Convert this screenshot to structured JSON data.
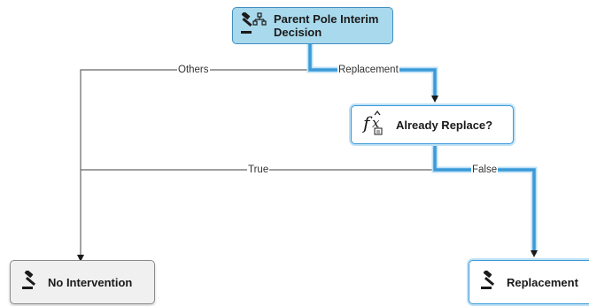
{
  "nodes": {
    "root": {
      "label": "Parent Pole Interim Decision",
      "icon": "gavel-hierarchy-icon"
    },
    "check": {
      "label": "Already Replace?",
      "icon": "function-fx-icon"
    },
    "no_intervention": {
      "label": "No Intervention",
      "icon": "gavel-icon"
    },
    "replacement": {
      "label": "Replacement",
      "icon": "gavel-icon"
    }
  },
  "edges": {
    "others": "Others",
    "replacement": "Replacement",
    "true": "True",
    "false": "False"
  },
  "colors": {
    "highlight_path": "#3a9ad9",
    "highlight_glow": "#bfe1f6",
    "plain_edge": "#666666",
    "root_fill": "#a9d9ec",
    "root_border": "#3f8fc2",
    "default_fill": "#f0f0f0"
  }
}
